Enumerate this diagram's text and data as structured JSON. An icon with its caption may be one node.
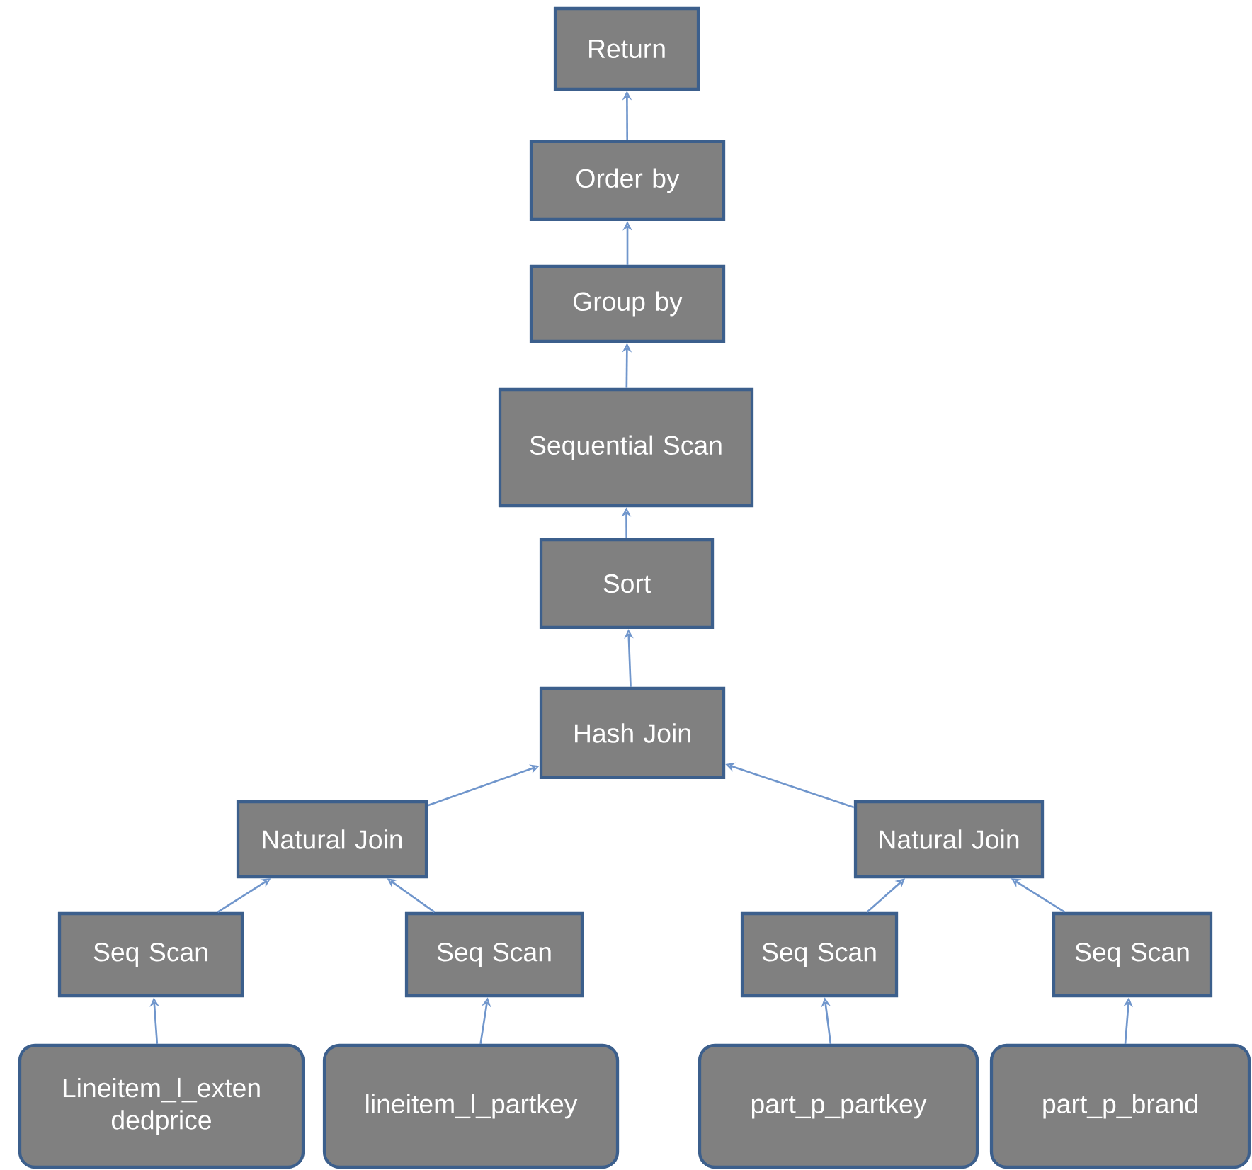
{
  "diagram": {
    "nodes": [
      {
        "text": [
          "Return"
        ]
      },
      {
        "text": [
          "Order by"
        ]
      },
      {
        "text": [
          "Group by"
        ]
      },
      {
        "text": [
          "Sequential Scan"
        ]
      },
      {
        "text": [
          "Sort"
        ]
      },
      {
        "text": [
          "Hash Join"
        ]
      },
      {
        "text": [
          "Natural Join"
        ]
      },
      {
        "text": [
          "Natural Join"
        ]
      },
      {
        "text": [
          "Seq Scan"
        ]
      },
      {
        "text": [
          "Seq Scan"
        ]
      },
      {
        "text": [
          "Seq Scan"
        ]
      },
      {
        "text": [
          "Seq Scan"
        ]
      },
      {
        "text": [
          "Lineitem_l_exten dedprice"
        ]
      },
      {
        "text": [
          "lineitem_l_partkey"
        ]
      },
      {
        "text": [
          "part_p_partkey"
        ]
      },
      {
        "text": [
          "part_p_brand"
        ]
      }
    ],
    "edges": [
      {
        "from": 1,
        "to": 0,
        "arrow": "to"
      },
      {
        "from": 2,
        "to": 1,
        "arrow": "to"
      },
      {
        "from": 3,
        "to": 2,
        "arrow": "to"
      },
      {
        "from": 4,
        "to": 3,
        "arrow": "to"
      },
      {
        "from": 5,
        "to": 4,
        "arrow": "to"
      },
      {
        "from": 6,
        "to": 5,
        "arrow": "to"
      },
      {
        "from": 7,
        "to": 5,
        "arrow": "to"
      },
      {
        "from": 8,
        "to": 6,
        "arrow": "to"
      },
      {
        "from": 9,
        "to": 6,
        "arrow": "to"
      },
      {
        "from": 10,
        "to": 7,
        "arrow": "to"
      },
      {
        "from": 11,
        "to": 7,
        "arrow": "to"
      },
      {
        "from": 12,
        "to": 8,
        "arrow": "to"
      },
      {
        "from": 13,
        "to": 9,
        "arrow": "to"
      },
      {
        "from": 14,
        "to": 10,
        "arrow": "to"
      },
      {
        "from": 15,
        "to": 11,
        "arrow": "to"
      }
    ]
  }
}
